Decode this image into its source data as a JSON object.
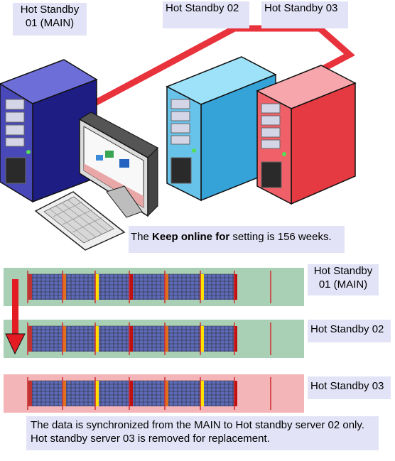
{
  "servers": {
    "main": {
      "label": "Hot Standby\n01 (MAIN)",
      "color": "#2f2f96"
    },
    "s02": {
      "label": "Hot Standby 02",
      "color": "#4fb3e2"
    },
    "s03": {
      "label": "Hot Standby 03",
      "color": "#e8454c"
    }
  },
  "network_color": "#e8333c",
  "caption": {
    "prefix": "The ",
    "bold": "Keep online for",
    "suffix": " setting is 156 weeks."
  },
  "rows": [
    {
      "label": "Hot Standby\n01 (MAIN)",
      "band_color": "#a9d0b5"
    },
    {
      "label": "Hot Standby 02",
      "band_color": "#a9d0b5"
    },
    {
      "label": "Hot Standby 03",
      "band_color": "#f4b5b9"
    }
  ],
  "sync_arrow_color": "#e31b23",
  "note": "The data is synchronized from the MAIN to Hot standby server 02 only. Hot standby server 03 is removed for replacement."
}
